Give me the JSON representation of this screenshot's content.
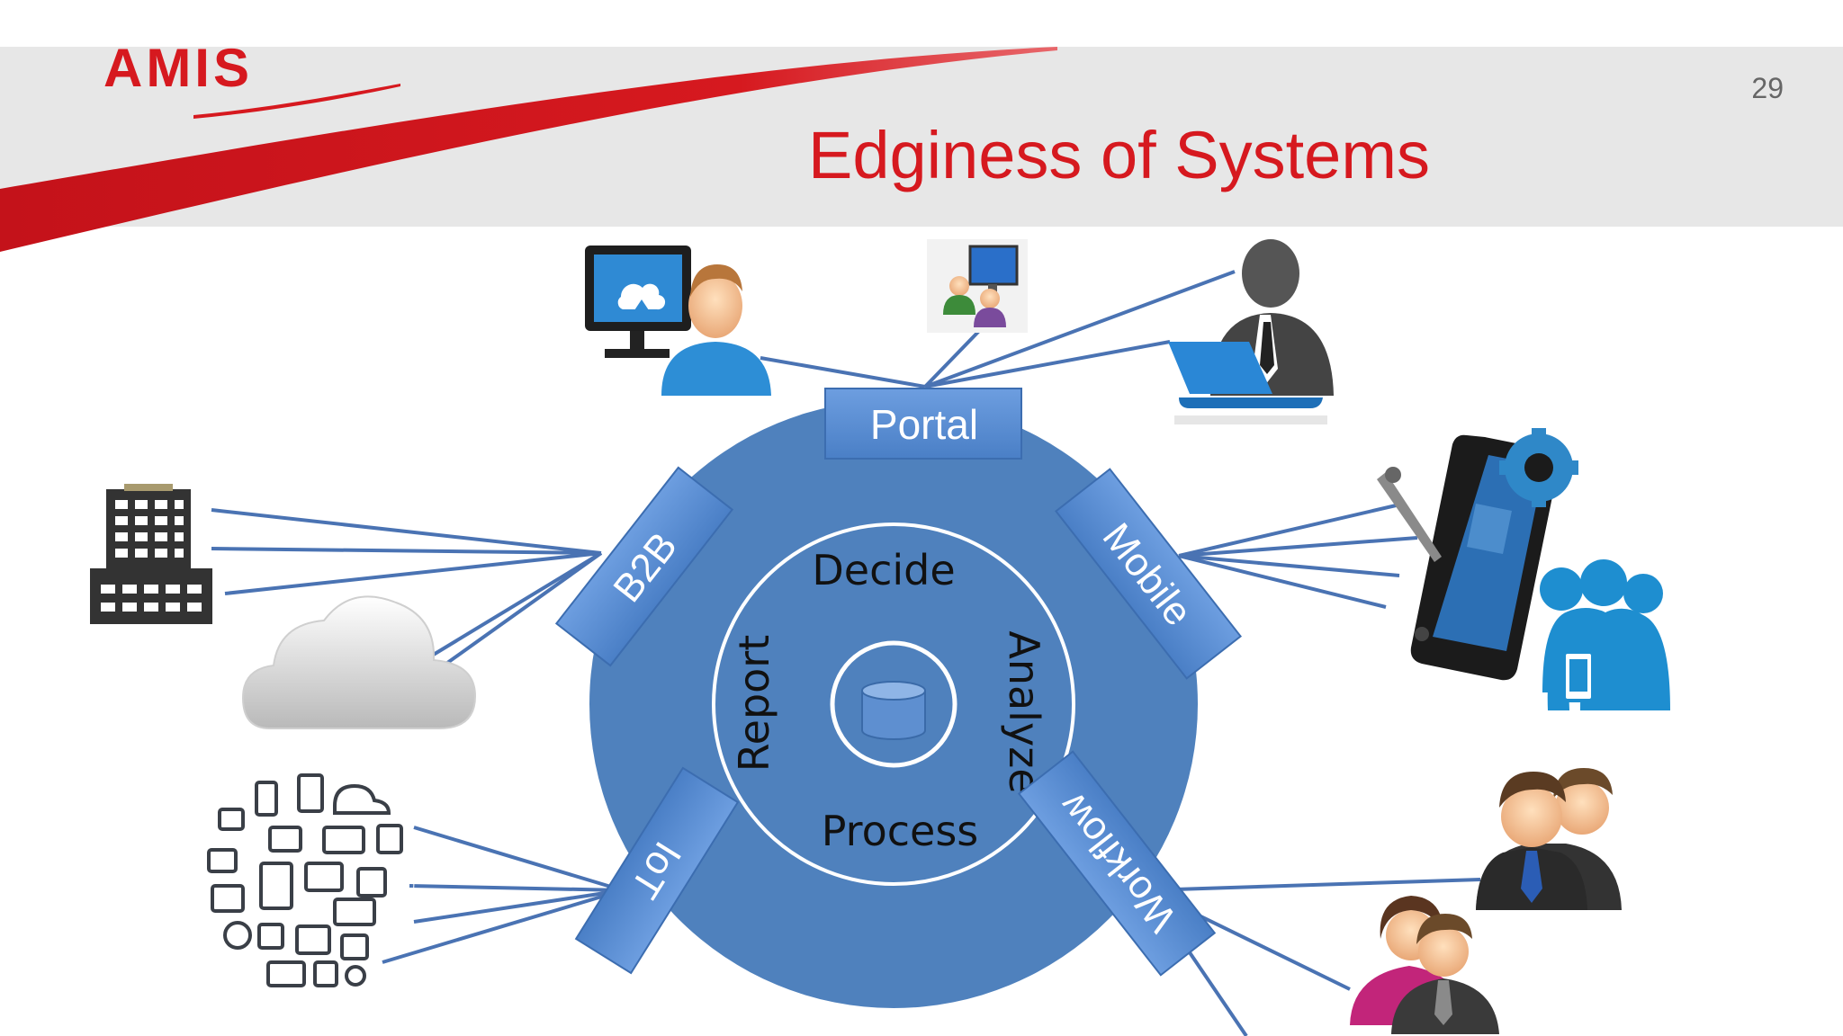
{
  "header": {
    "logo_text": "AMIS",
    "title": "Edginess of Systems",
    "page_number": "29"
  },
  "colors": {
    "brand_red": "#d6191f",
    "header_band": "#e7e7e7",
    "hub_blue": "#4f81bd",
    "connector_blue": "#4a73b3",
    "label_blue": "#5b8fd6"
  },
  "diagram": {
    "channels": [
      {
        "id": "portal",
        "label": "Portal"
      },
      {
        "id": "b2b",
        "label": "B2B"
      },
      {
        "id": "mobile",
        "label": "Mobile"
      },
      {
        "id": "iot",
        "label": "IoT"
      },
      {
        "id": "workflow",
        "label": "Workflow"
      }
    ],
    "core_ring": [
      "Decide",
      "Analyze",
      "Process",
      "Report"
    ],
    "center_icon": "database-icon",
    "endpoints": [
      "user-at-computer-icon",
      "users-computer-icon",
      "businessman-laptop-icon",
      "office-building-icon",
      "cloud-icon",
      "iot-devices-icon",
      "smartphone-gear-icon",
      "mobile-users-icon",
      "business-people-icon",
      "team-people-icon"
    ]
  }
}
